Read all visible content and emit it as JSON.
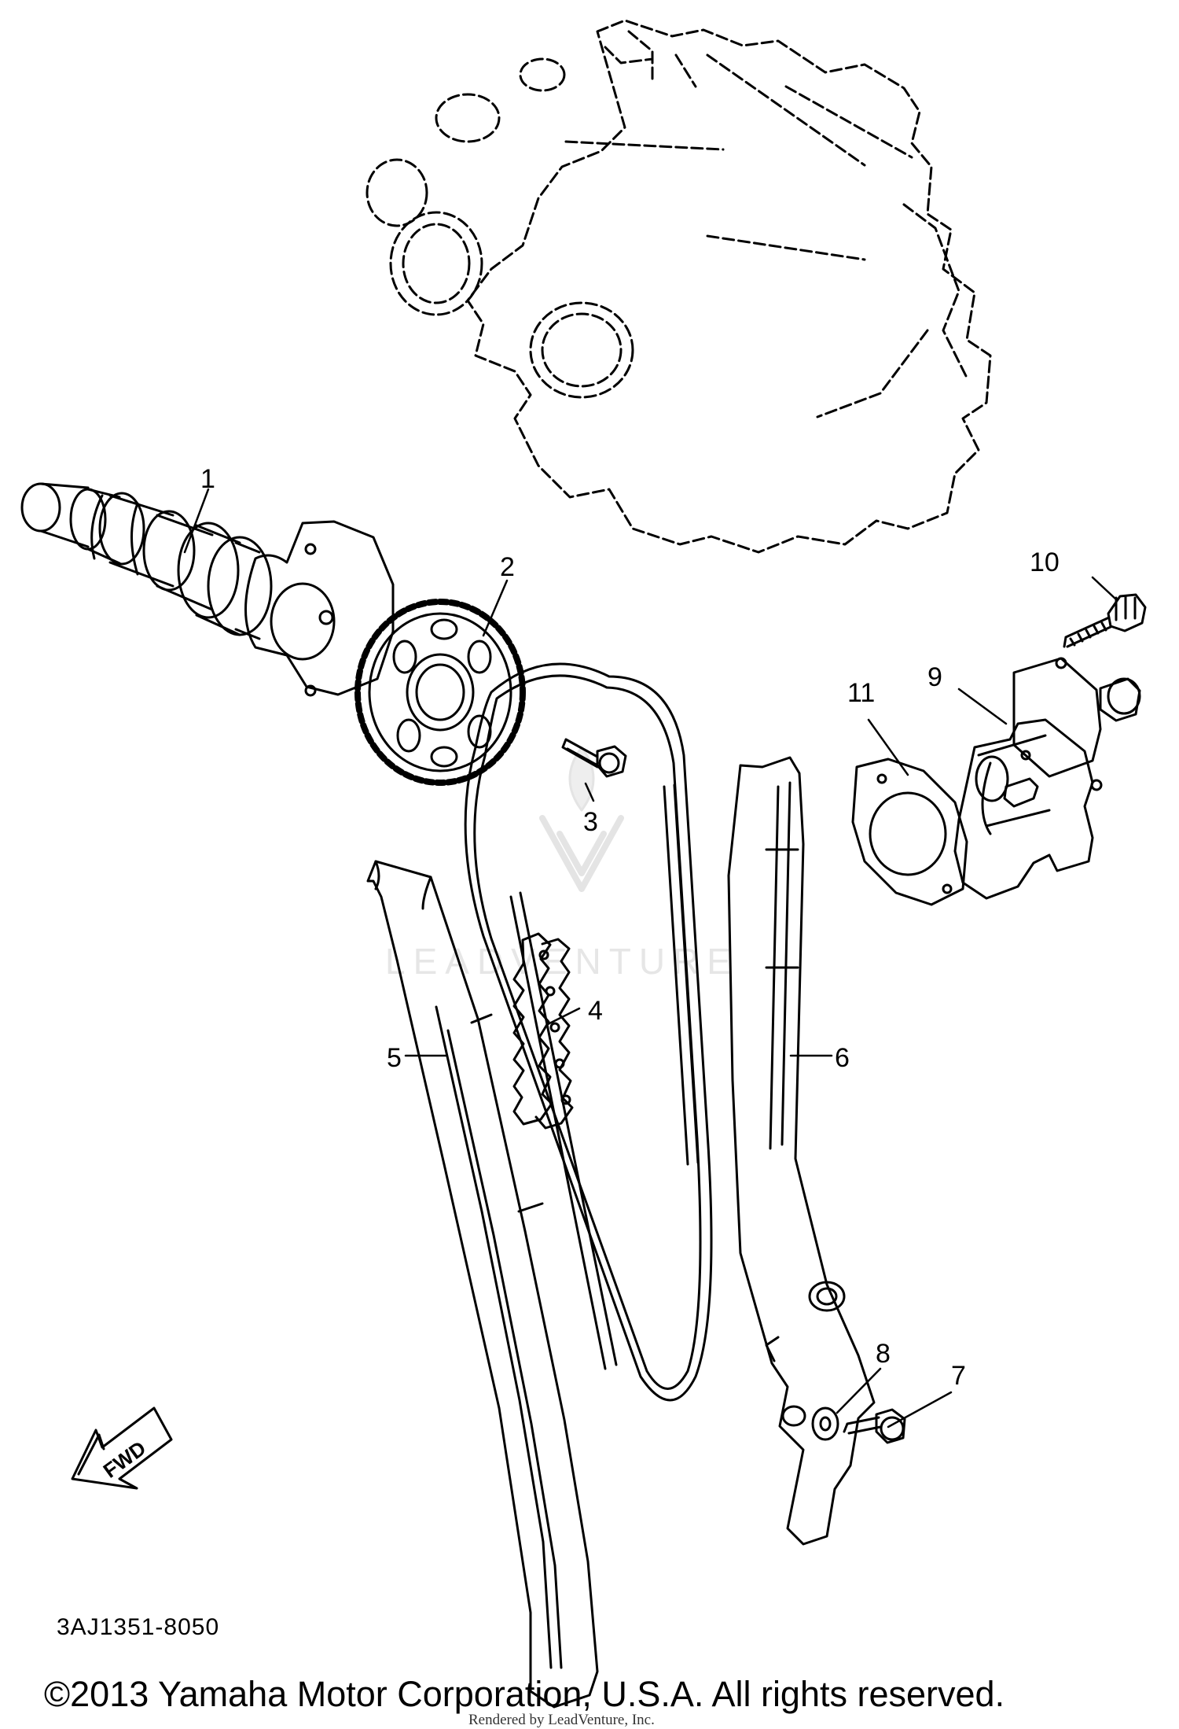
{
  "callouts": {
    "c1": "1",
    "c2": "2",
    "c3": "3",
    "c4": "4",
    "c5": "5",
    "c6": "6",
    "c7": "7",
    "c8": "8",
    "c9": "9",
    "c10": "10",
    "c11": "11"
  },
  "arrow": {
    "label": "FWD"
  },
  "watermark": {
    "text": "LEADVENTURE"
  },
  "footer": {
    "part_code": "3AJ1351-8050",
    "copyright": "©2013 Yamaha Motor Corporation, U.S.A. All rights reserved.",
    "rendered_by": "Rendered by LeadVenture, Inc."
  }
}
